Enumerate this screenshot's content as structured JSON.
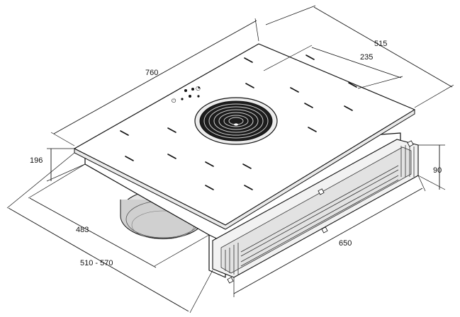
{
  "dimensions": {
    "width_760": "760",
    "depth_515": "515",
    "offset_235": "235",
    "height_196": "196",
    "height_90": "90",
    "depth_483": "483",
    "cutout_510_570": "510 - 570",
    "duct_650": "650"
  },
  "colors": {
    "line": "#111111",
    "glass_top": "#ffffff",
    "motor_gray": "#d0d0d0",
    "duct_gray": "#bdbdbd"
  }
}
